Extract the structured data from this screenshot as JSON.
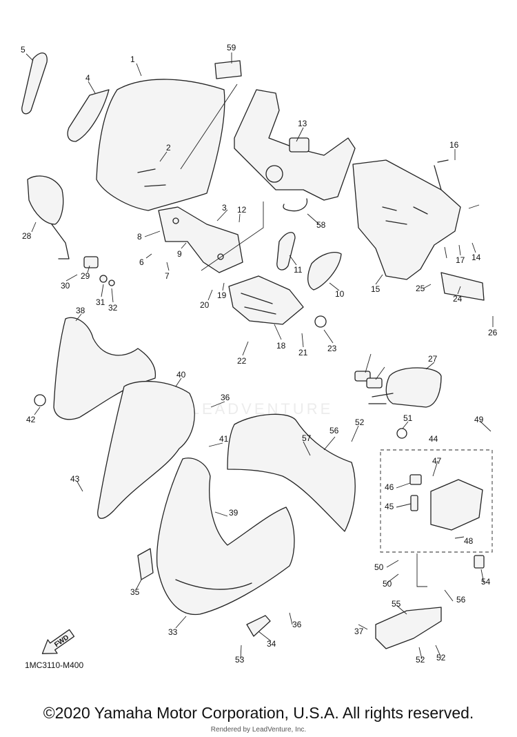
{
  "diagram": {
    "drawing_code": "1MC3110-M400",
    "fwd_label": "FWD",
    "callouts": [
      "1",
      "2",
      "3",
      "4",
      "5",
      "6",
      "7",
      "8",
      "9",
      "10",
      "11",
      "12",
      "13",
      "14",
      "15",
      "16",
      "17",
      "18",
      "19",
      "20",
      "21",
      "22",
      "23",
      "24",
      "25",
      "26",
      "27",
      "28",
      "29",
      "30",
      "31",
      "32",
      "33",
      "34",
      "35",
      "36",
      "37",
      "38",
      "39",
      "40",
      "41",
      "42",
      "43",
      "44",
      "45",
      "46",
      "47",
      "48",
      "49",
      "50",
      "51",
      "52",
      "53",
      "54",
      "55",
      "56",
      "57",
      "58",
      "59"
    ]
  },
  "footer": {
    "copyright": "©2020 Yamaha Motor Corporation, U.S.A. All rights reserved.",
    "rendered_by": "Rendered by LeadVenture, Inc."
  },
  "watermark": "LEADVENTURE",
  "colors": {
    "line": "#222222",
    "background": "#ffffff"
  }
}
